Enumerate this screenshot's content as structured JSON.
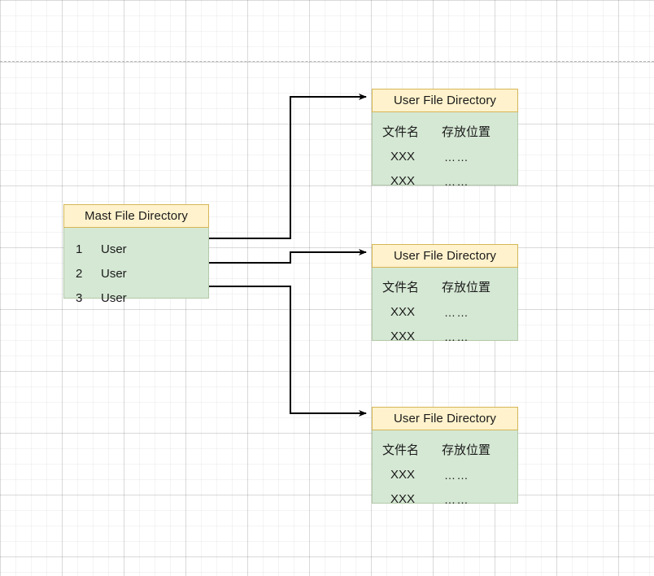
{
  "diagram": {
    "title_hidden": "",
    "colors": {
      "header_fill": "#FFF2CC",
      "header_border": "#D6B656",
      "body_fill": "#D5E8D4",
      "body_border": "#B3C9A8",
      "edge_stroke": "#000000",
      "grid_minor": "#F0F0F0",
      "grid_major": "#E0E0E0",
      "page_guide": "#B9B9B9"
    },
    "master_node": {
      "header": "Mast File Directory",
      "rows": [
        {
          "index": "1",
          "value": "User"
        },
        {
          "index": "2",
          "value": "User"
        },
        {
          "index": "3",
          "value": "User"
        }
      ]
    },
    "user_nodes": [
      {
        "header": "User File Directory",
        "column_headers": {
          "name": "文件名",
          "location": "存放位置"
        },
        "rows": [
          {
            "name": "XXX",
            "location": "……"
          },
          {
            "name": "XXX",
            "location": "……"
          }
        ]
      },
      {
        "header": "User File Directory",
        "column_headers": {
          "name": "文件名",
          "location": "存放位置"
        },
        "rows": [
          {
            "name": "XXX",
            "location": "……"
          },
          {
            "name": "XXX",
            "location": "……"
          }
        ]
      },
      {
        "header": "User File Directory",
        "column_headers": {
          "name": "文件名",
          "location": "存放位置"
        },
        "rows": [
          {
            "name": "XXX",
            "location": "……"
          },
          {
            "name": "XXX",
            "location": "……"
          }
        ]
      }
    ],
    "connectors": [
      {
        "name": "master-row-1-to-user-directory-1"
      },
      {
        "name": "master-row-2-to-user-directory-2"
      },
      {
        "name": "master-row-3-to-user-directory-3"
      }
    ]
  }
}
